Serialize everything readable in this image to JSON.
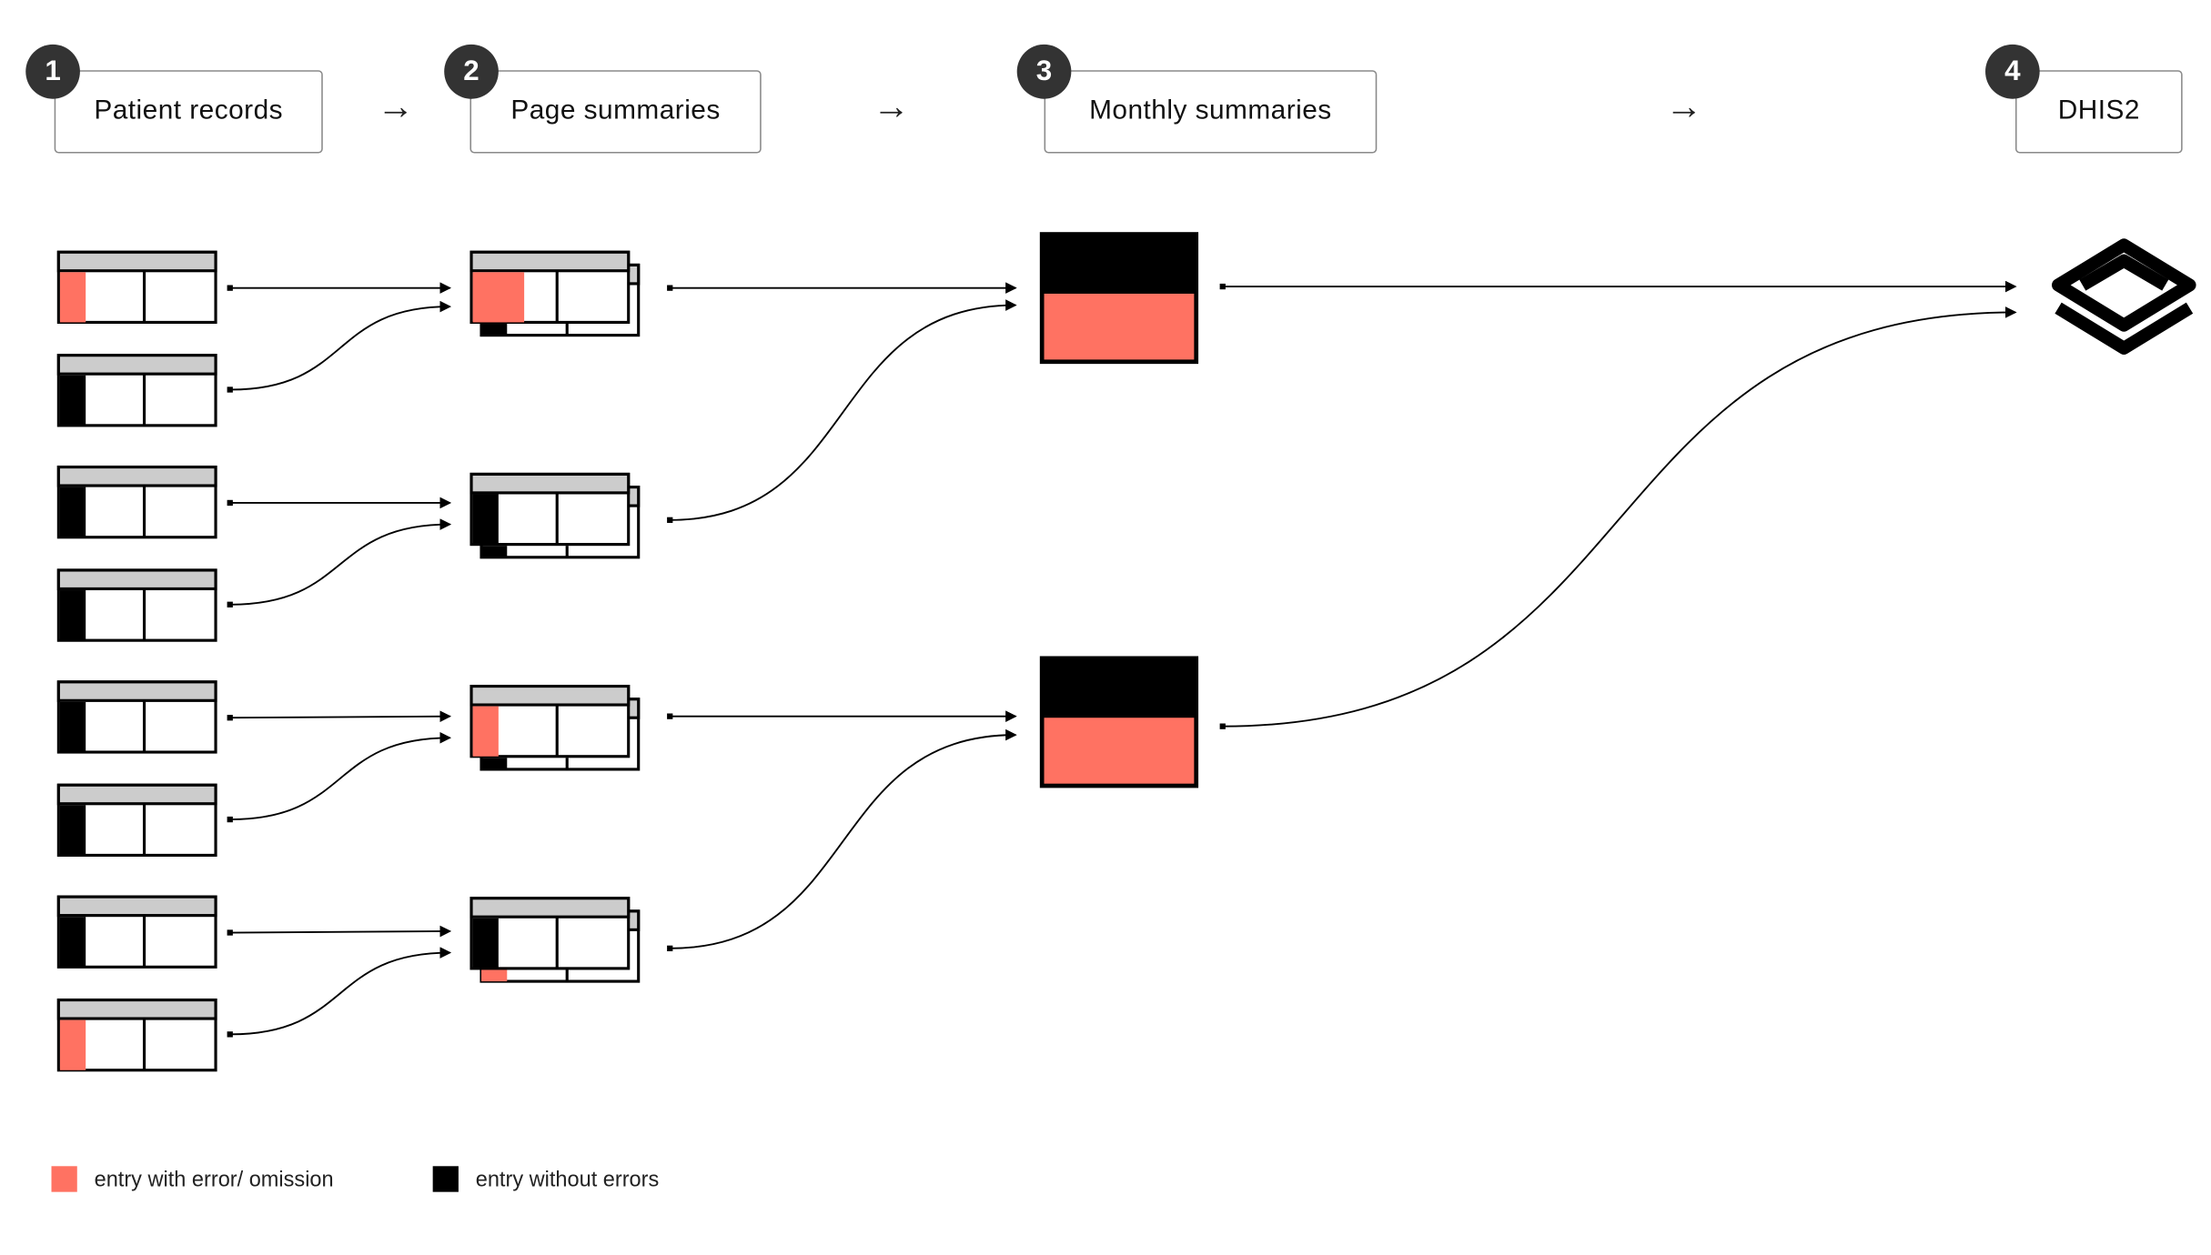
{
  "stages": [
    {
      "number": "1",
      "label": "Patient records"
    },
    {
      "number": "2",
      "label": "Page summaries"
    },
    {
      "number": "3",
      "label": "Monthly summaries"
    },
    {
      "number": "4",
      "label": "DHIS2"
    }
  ],
  "step_arrow": "→",
  "legend": {
    "error": {
      "label": "entry with error/ omission",
      "color": "#ff7262"
    },
    "ok": {
      "label": "entry without errors",
      "color": "#000000"
    }
  },
  "colors": {
    "error": "#ff7262",
    "ok": "#000000",
    "header_gray": "#cccccc"
  },
  "patient_records": [
    "error",
    "ok",
    "ok",
    "ok",
    "ok",
    "ok",
    "ok",
    "error"
  ],
  "page_summaries": [
    {
      "front": "error",
      "back": "ok"
    },
    {
      "front": "ok",
      "back": "ok"
    },
    {
      "front": "error",
      "back": "ok"
    },
    {
      "front": "ok",
      "back": "error"
    }
  ],
  "monthly_summaries": [
    "error",
    "error"
  ],
  "icons": {
    "dhis2": "dhis2-logo-icon"
  }
}
